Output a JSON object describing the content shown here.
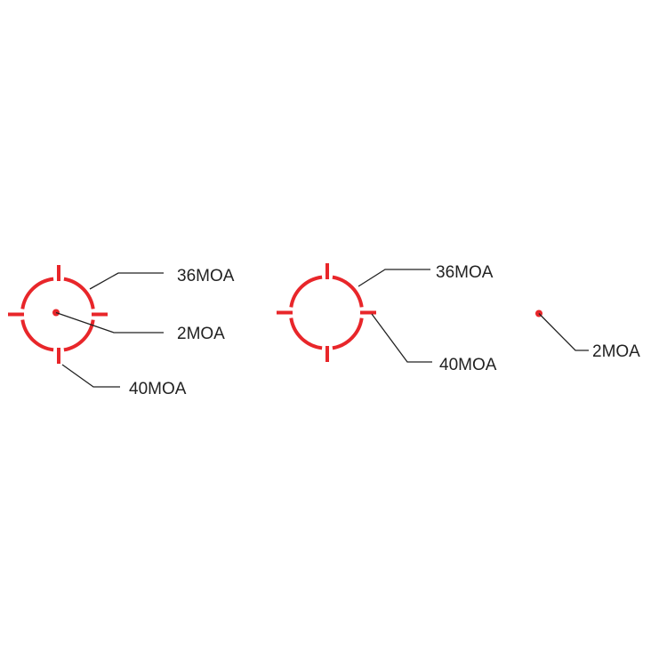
{
  "colors": {
    "reticle": "#e8262a",
    "leader": "#222222",
    "text": "#222222",
    "background": "#ffffff"
  },
  "reticles": [
    {
      "name": "circle-dot-reticle",
      "labels": {
        "outer_ring": "36MOA",
        "center_dot": "2MOA",
        "tick_span": "40MOA"
      }
    },
    {
      "name": "circle-reticle",
      "labels": {
        "outer_ring": "36MOA",
        "tick_span": "40MOA"
      }
    },
    {
      "name": "dot-reticle",
      "labels": {
        "center_dot": "2MOA"
      }
    }
  ]
}
